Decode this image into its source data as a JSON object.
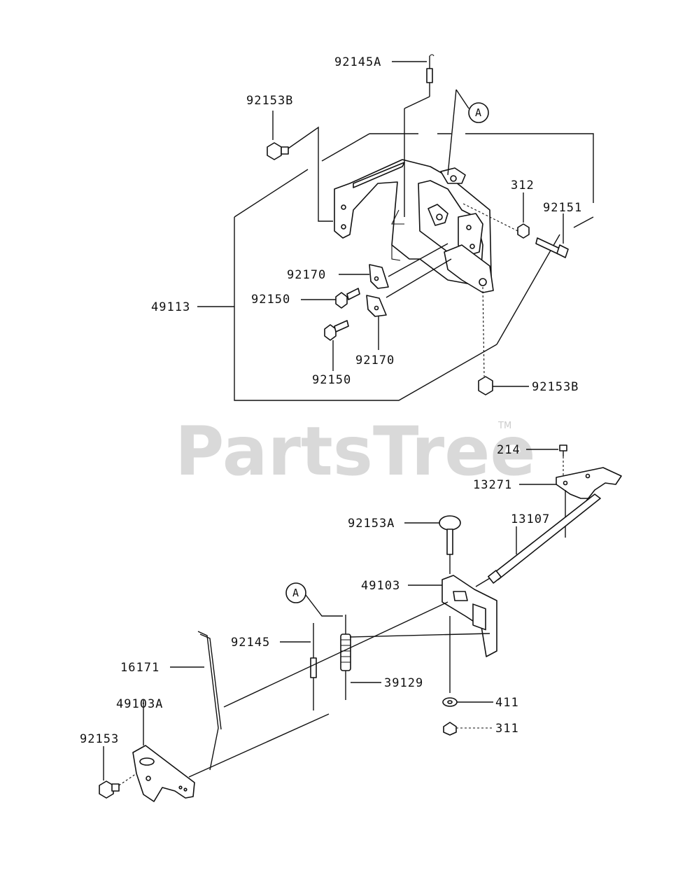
{
  "watermark": {
    "text": "PartsTree",
    "tm": "TM"
  },
  "callouts": {
    "A_top": "A",
    "A_bottom": "A"
  },
  "labels": {
    "p92145A": "92145A",
    "p92153B_top": "92153B",
    "p312": "312",
    "p92151": "92151",
    "p92170_top": "92170",
    "p92150_top": "92150",
    "p49113": "49113",
    "p92170_bottom": "92170",
    "p92150_bottom": "92150",
    "p92153B_bottom": "92153B",
    "p214": "214",
    "p13271": "13271",
    "p92153A": "92153A",
    "p13107": "13107",
    "p49103": "49103",
    "p92145": "92145",
    "p16171": "16171",
    "p39129": "39129",
    "p49103A": "49103A",
    "p92153": "92153",
    "p411": "411",
    "p311": "311"
  }
}
